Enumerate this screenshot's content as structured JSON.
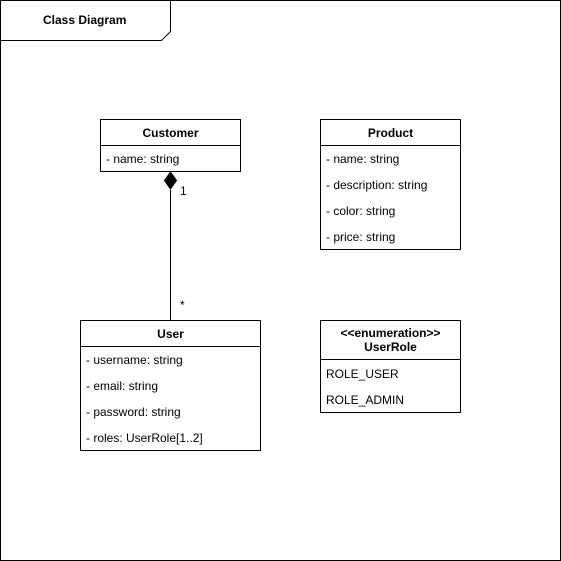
{
  "frame": {
    "title": "Class Diagram"
  },
  "classes": {
    "customer": {
      "name": "Customer",
      "attributes": [
        "- name: string"
      ]
    },
    "product": {
      "name": "Product",
      "attributes": [
        "- name: string",
        "- description: string",
        "- color: string",
        "- price: string"
      ]
    },
    "user": {
      "name": "User",
      "attributes": [
        "- username: string",
        "- email: string",
        "- password: string",
        "- roles: UserRole[1..2]"
      ]
    },
    "userrole": {
      "stereotype": "<<enumeration>>",
      "name": "UserRole",
      "literals": [
        "ROLE_USER",
        "ROLE_ADMIN"
      ]
    }
  },
  "association": {
    "type": "composition",
    "from": "Customer",
    "to": "User",
    "source_multiplicity": "1",
    "target_multiplicity": "*"
  }
}
